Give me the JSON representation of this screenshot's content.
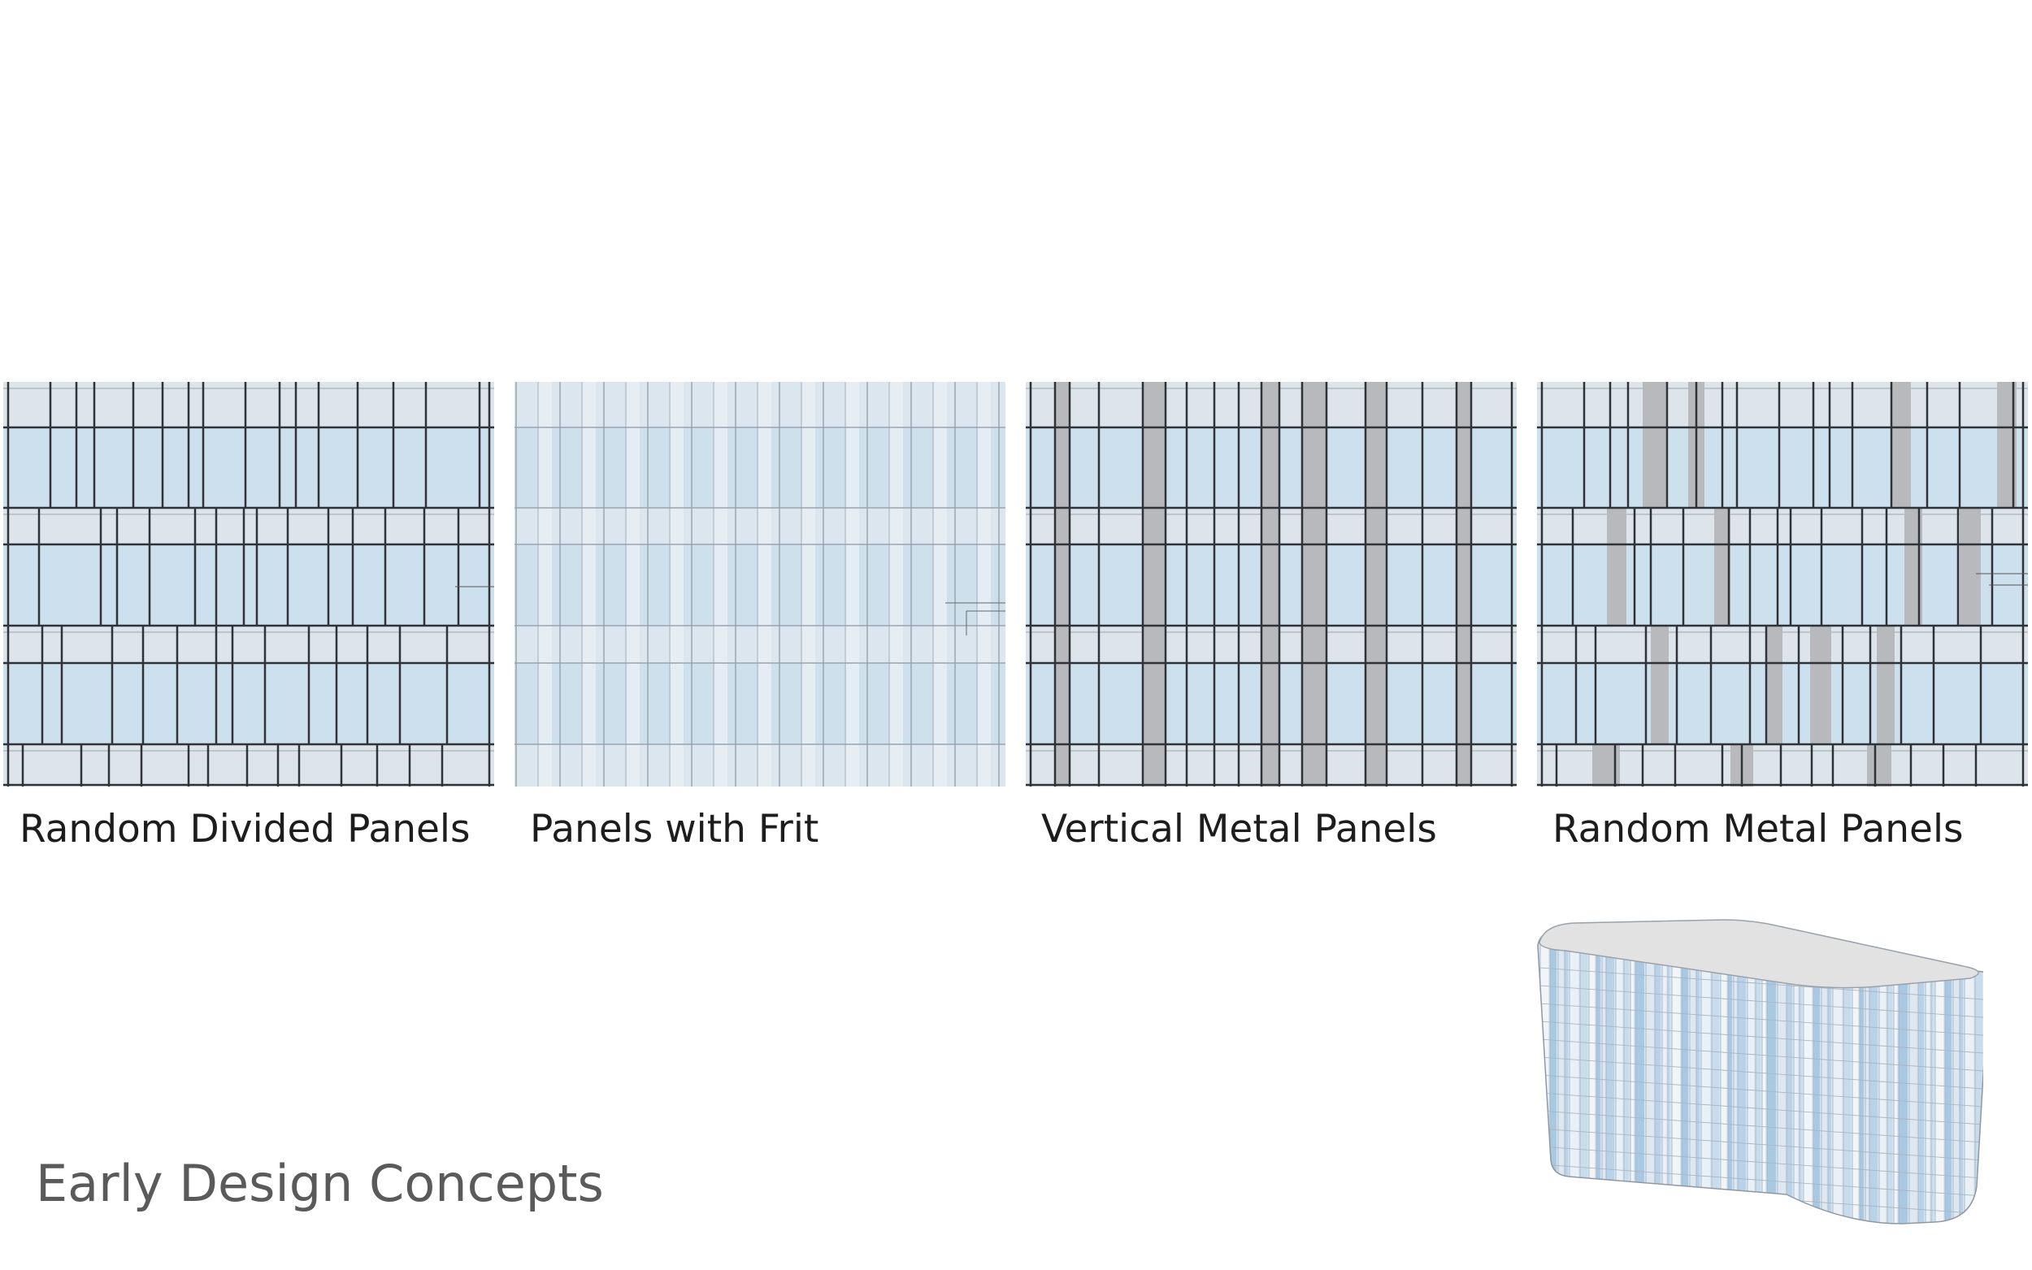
{
  "panels": [
    {
      "caption": "Random Divided Panels",
      "style": "random-divided"
    },
    {
      "caption": "Panels with Frit",
      "style": "frit"
    },
    {
      "caption": "Vertical Metal Panels",
      "style": "vertical-metal"
    },
    {
      "caption": "Random Metal Panels",
      "style": "random-metal"
    }
  ],
  "title": "Early Design Concepts",
  "colors": {
    "glass": "#cde0ee",
    "spandrel": "#dde4ea",
    "mullion": "#2f3236",
    "metal": "#b7b9bd",
    "frit_light": "#e8eef4",
    "caption_text": "#1d1d1d",
    "title_text": "#5a5a5a"
  }
}
